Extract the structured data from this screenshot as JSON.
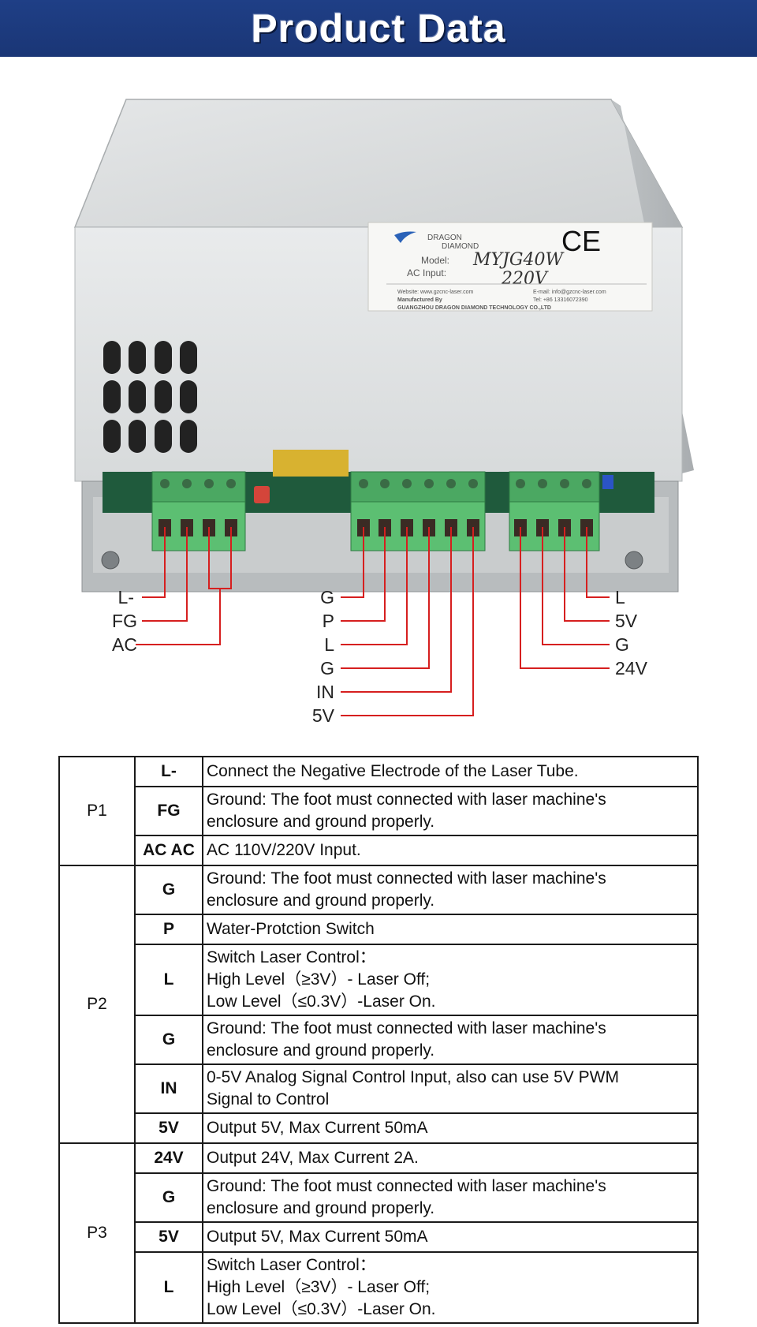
{
  "banner": {
    "title": "Product Data"
  },
  "device_label": {
    "brand_line1": "DRAGON",
    "brand_line2": "DIAMOND",
    "ce_mark": "CE",
    "model_caption": "Model:",
    "model_value": "MYJG40W",
    "ac_caption": "AC Input:",
    "ac_value": "220V",
    "website": "Website: www.gzcnc-laser.com",
    "email": "E-mail: info@gzcnc-laser.com",
    "manufactured_by": "Manufactured By",
    "tel": "Tel: +86 13316072390",
    "company": "GUANGZHOU DRAGON DIAMOND TECHNOLOGY CO.,LTD"
  },
  "pin_labels": {
    "p1": [
      "L-",
      "FG",
      "AC"
    ],
    "p2": [
      "G",
      "P",
      "L",
      "G",
      "IN",
      "5V"
    ],
    "p3": [
      "L",
      "5V",
      "G",
      "24V"
    ]
  },
  "table": {
    "groups": [
      {
        "name": "P1",
        "rows": [
          {
            "pin": "L-",
            "desc": [
              "Connect the Negative Electrode of the Laser Tube."
            ]
          },
          {
            "pin": "FG",
            "desc": [
              "Ground: The foot must connected with laser machine's",
              "enclosure and ground properly."
            ]
          },
          {
            "pin": "AC AC",
            "desc": [
              "AC 110V/220V Input."
            ]
          }
        ]
      },
      {
        "name": "P2",
        "rows": [
          {
            "pin": "G",
            "desc": [
              "Ground: The foot must connected with laser machine's",
              "enclosure and ground properly."
            ]
          },
          {
            "pin": "P",
            "desc": [
              "Water-Protction Switch"
            ]
          },
          {
            "pin": "L",
            "desc": [
              "Switch Laser Control：",
              "High Level（≥3V）- Laser Off;",
              "Low Level（≤0.3V）-Laser On."
            ]
          },
          {
            "pin": "G",
            "desc": [
              "Ground: The foot must connected with laser machine's",
              "enclosure and ground properly."
            ]
          },
          {
            "pin": "IN",
            "desc": [
              "0-5V Analog Signal Control Input, also can use 5V PWM",
              "Signal to Control"
            ]
          },
          {
            "pin": "5V",
            "desc": [
              "Output 5V, Max Current 50mA"
            ]
          }
        ]
      },
      {
        "name": "P3",
        "rows": [
          {
            "pin": "24V",
            "desc": [
              "Output 24V, Max Current 2A."
            ]
          },
          {
            "pin": "G",
            "desc": [
              "Ground: The foot must connected with laser machine's",
              "enclosure and ground properly."
            ]
          },
          {
            "pin": "5V",
            "desc": [
              "Output 5V, Max Current 50mA"
            ]
          },
          {
            "pin": "L",
            "desc": [
              "Switch Laser Control：",
              "High Level（≥3V）- Laser Off;",
              "Low Level（≤0.3V）-Laser On."
            ]
          }
        ]
      }
    ]
  },
  "colors": {
    "banner": "#1f3f86",
    "leader_lines": "#d61f1f",
    "terminal_green": "#5cbf72",
    "case_silver": "#d9dcdd"
  }
}
